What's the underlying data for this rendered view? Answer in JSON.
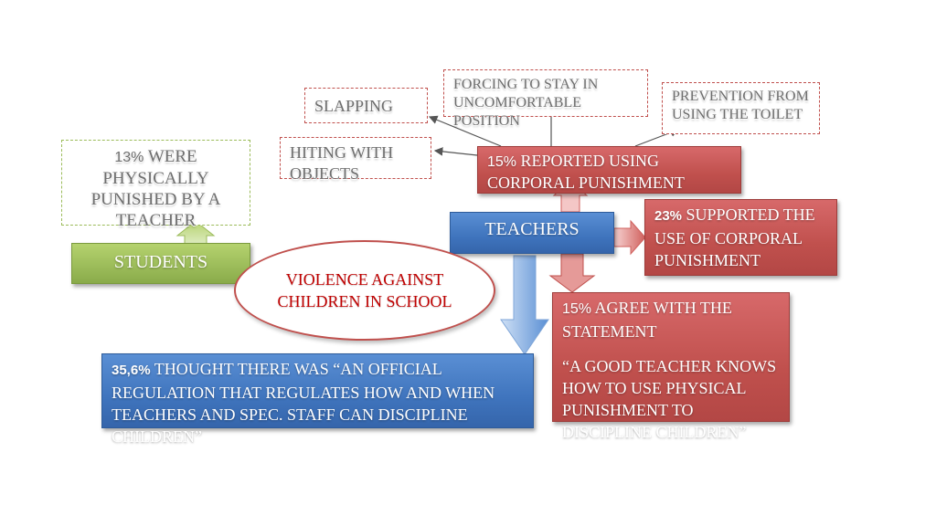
{
  "nodes": {
    "slapping": "SLAPPING",
    "forcing": "FORCING TO STAY IN UNCOMFORTABLE POSITION",
    "prevention": "PREVENTION FROM USING THE TOILET",
    "hitting": "HITING WITH OBJECTS",
    "students_pct": "13%",
    "students_stat": "WERE PHYSICALLY PUNISHED BY A TEACHER",
    "teachers_reported_pct": "15%",
    "teachers_reported": "REPORTED USING CORPORAL PUNISHMENT",
    "teachers": "TEACHERS",
    "supported_pct": "23%",
    "supported": "SUPPORTED THE USE OF CORPORAL PUNISHMENT",
    "students": "STUDENTS",
    "center": "VIOLENCE AGAINST CHILDREN IN SCHOOL",
    "agree_pct": "15%",
    "agree": "AGREE WITH THE STATEMENT",
    "quote": "“A GOOD TEACHER KNOWS HOW TO USE PHYSICAL PUNISHMENT TO DISCIPLINE CHILDREN”",
    "regulation_pct": "35,6%",
    "regulation": "THOUGHT THERE WAS “AN OFFICIAL REGULATION THAT REGULATES HOW AND WHEN TEACHERS AND SPEC. STAFF CAN DISCIPLINE CHILDREN”"
  },
  "colors": {
    "red": "#c0504d",
    "blue": "#4f81bd",
    "green": "#9bbb59",
    "center_text": "#c00000"
  }
}
